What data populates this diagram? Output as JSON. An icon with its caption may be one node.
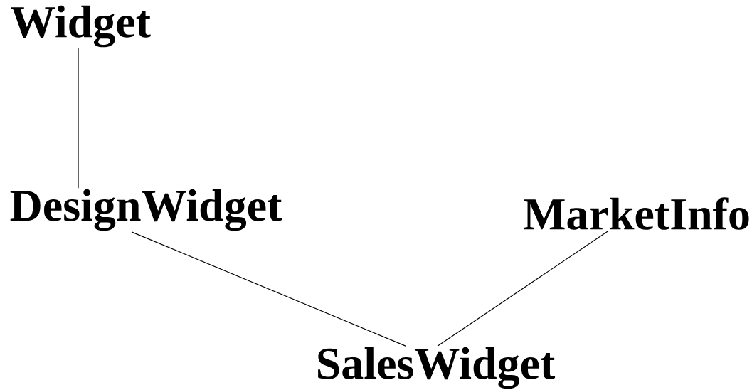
{
  "diagram": {
    "nodes": [
      {
        "text": [
          "Widget"
        ]
      },
      {
        "text": [
          "DesignWidget"
        ]
      },
      {
        "text": [
          "MarketInfo"
        ]
      },
      {
        "text": [
          "SalesWidget"
        ]
      }
    ],
    "edges": [
      {
        "from": 0,
        "to": 1,
        "arrow": "none"
      },
      {
        "from": 1,
        "to": 3,
        "arrow": "none"
      },
      {
        "from": 2,
        "to": 3,
        "arrow": "none"
      }
    ]
  }
}
